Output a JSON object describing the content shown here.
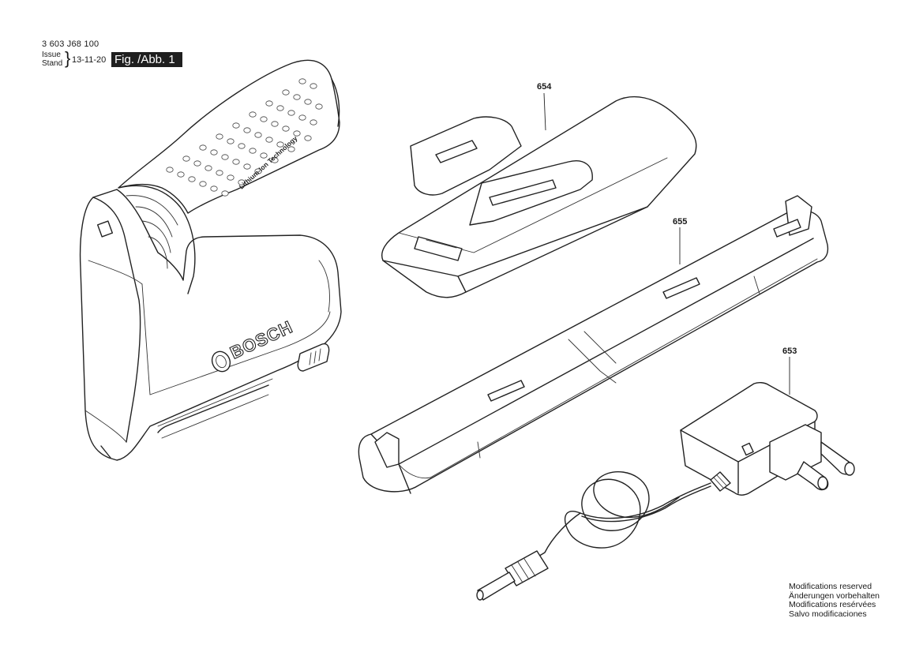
{
  "header": {
    "document_number": "3 603 J68 100",
    "issue_label": "Issue",
    "stand_label": "Stand",
    "issue_date": "13-11-20",
    "figure_label": "Fig. /Abb. 1"
  },
  "parts": [
    {
      "number": "654",
      "description_icon": "cover-plate"
    },
    {
      "number": "655",
      "description_icon": "battery-charging-rail"
    },
    {
      "number": "653",
      "description_icon": "plug-in-charger"
    }
  ],
  "tool": {
    "brand": "BOSCH",
    "handle_text": "Lithium-Ion Technology"
  },
  "modifications_notice": [
    "Modifications reserved",
    "Änderungen vorbehalten",
    "Modifications resérvées",
    "Salvo modificaciones"
  ]
}
